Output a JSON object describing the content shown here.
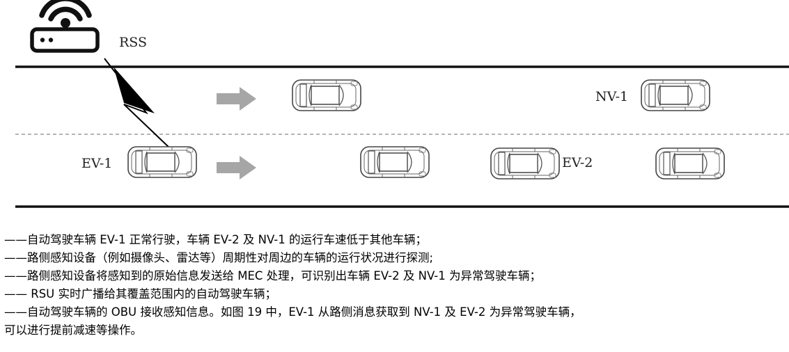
{
  "diagram": {
    "rss_label": "RSS",
    "ev1_label": "EV-1",
    "ev2_label": "EV-2",
    "nv1_label": "NV-1"
  },
  "description": {
    "lines": [
      "——自动驾驶车辆 EV-1 正常行驶，车辆 EV-2 及 NV-1 的运行车速低于其他车辆；",
      "——路侧感知设备（例如摄像头、雷达等）周期性对周边的车辆的运行状况进行探测;",
      "——路侧感知设备将感知到的原始信息发送给 MEC 处理，可识别出车辆 EV-2 及 NV-1 为异常驾驶车辆；",
      "—— RSU 实时广播给其覆盖范围内的自动驾驶车辆；",
      "——自动驾驶车辆的 OBU 接收感知信息。如图 19 中，EV-1 从路侧消息获取到 NV-1 及 EV-2 为异常驾驶车辆，",
      "可以进行提前减速等操作。"
    ]
  }
}
